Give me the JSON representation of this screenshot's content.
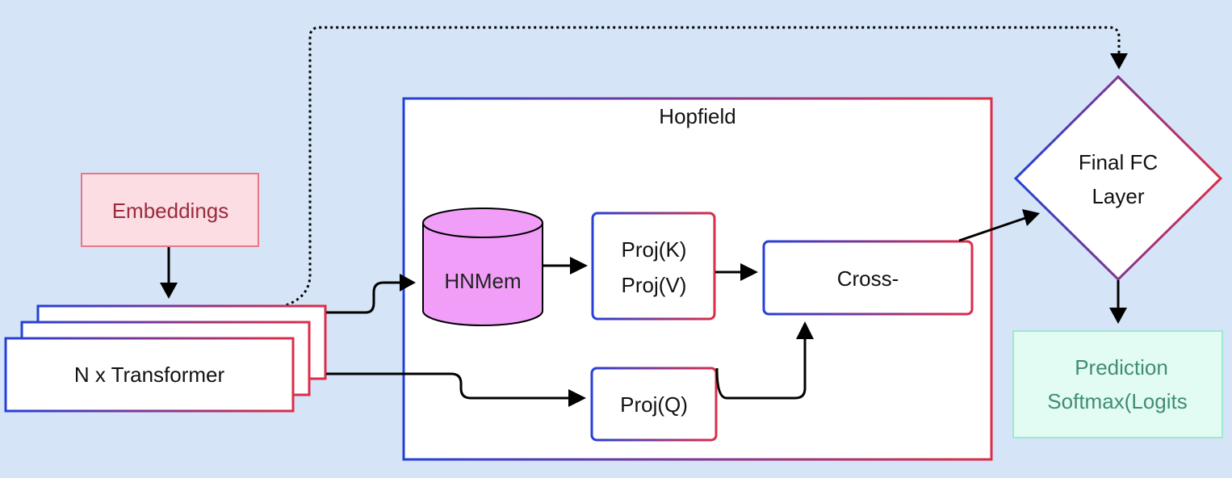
{
  "hopfield": {
    "title": "Hopfield"
  },
  "embeddings": {
    "label": "Embeddings",
    "fill": "#fbdde3",
    "stroke": "#e97886",
    "text_color": "#9b2a3b"
  },
  "transformer": {
    "label": "N x Transformer"
  },
  "hnmem": {
    "label": "HNMem",
    "fill": "#f09ef7"
  },
  "proj_kv": {
    "line1": "Proj(K)",
    "line2": "Proj(V)"
  },
  "proj_q": {
    "label": "Proj(Q)"
  },
  "cross": {
    "label": "Cross-"
  },
  "final_fc": {
    "line1": "Final FC",
    "line2": "Layer"
  },
  "prediction": {
    "line1": "Prediction",
    "line2": "Softmax(Logits",
    "fill": "#e2fbf3",
    "stroke": "#9fe8d4",
    "text_color": "#3f8d73"
  },
  "colors": {
    "background": "#d5e4f6",
    "gradient_start": "#2540d8",
    "gradient_end": "#dc2d48",
    "arrow": "#000000"
  }
}
